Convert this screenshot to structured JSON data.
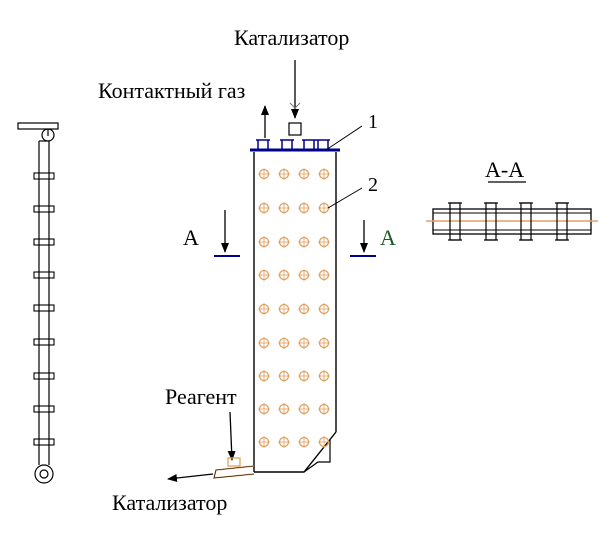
{
  "labels": {
    "catalyst_in": "Катализатор",
    "contact_gas": "Контактный газ",
    "reagent": "Реагент",
    "catalyst_out": "Катализатор",
    "section_left": "А",
    "section_right": "А",
    "section_view_title": "А-А",
    "callout_1": "1",
    "callout_2": "2"
  },
  "colors": {
    "line": "#000000",
    "accent_blue": "#00008B",
    "nozzle_orange": "#E0A060",
    "axis_orange": "#E0A060",
    "section_letter_right": "#1E5A1E"
  }
}
